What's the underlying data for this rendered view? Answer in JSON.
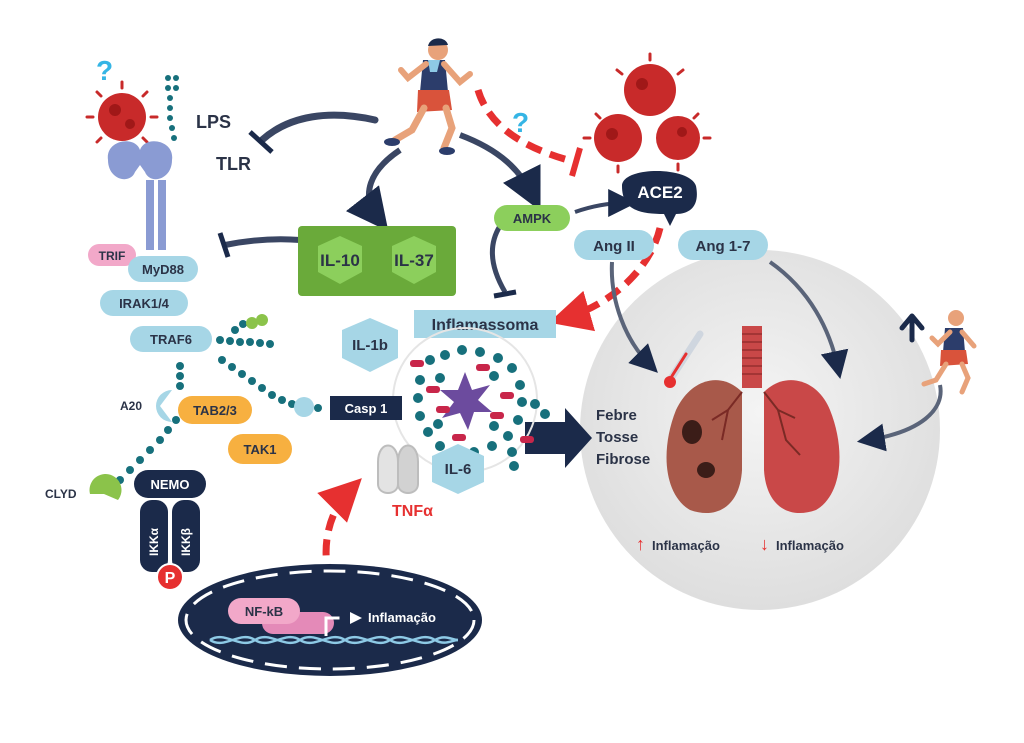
{
  "pathway": {
    "lps": "LPS",
    "tlr": "TLR",
    "trif": "TRIF",
    "myd88": "MyD88",
    "irak": "IRAK1/4",
    "traf6": "TRAF6",
    "a20": "A20",
    "tab23": "TAB2/3",
    "tak1": "TAK1",
    "clyd": "CLYD",
    "nemo": "NEMO",
    "ikka": "IKKα",
    "ikkb": "IKKβ",
    "phospho": "P",
    "nfkb": "NF-kB",
    "nucleus_output": "Inflamação"
  },
  "cytokines": {
    "il10": "IL-10",
    "il37": "IL-37",
    "ampk": "AMPK",
    "inflamassoma": "Inflamassoma",
    "il1b": "IL-1b",
    "casp1": "Casp 1",
    "il6": "IL-6",
    "tnfa": "TNFα"
  },
  "virus": {
    "unknown_marker": "?",
    "ace2": "ACE2",
    "ang2": "Ang II",
    "ang17": "Ang 1-7"
  },
  "lungs": {
    "symptom_fever": "Febre",
    "symptom_cough": "Tosse",
    "symptom_fibrosis": "Fibrose",
    "up_label": "Inflamação",
    "down_label": "Inflamação"
  },
  "colors": {
    "navy": "#1b2a4a",
    "light_blue": "#a6d6e6",
    "teal": "#17707c",
    "green": "#6aaa3a",
    "orange": "#f7b040",
    "red": "#e63030",
    "pink": "#f2a8c9",
    "lung": "#c94848"
  }
}
